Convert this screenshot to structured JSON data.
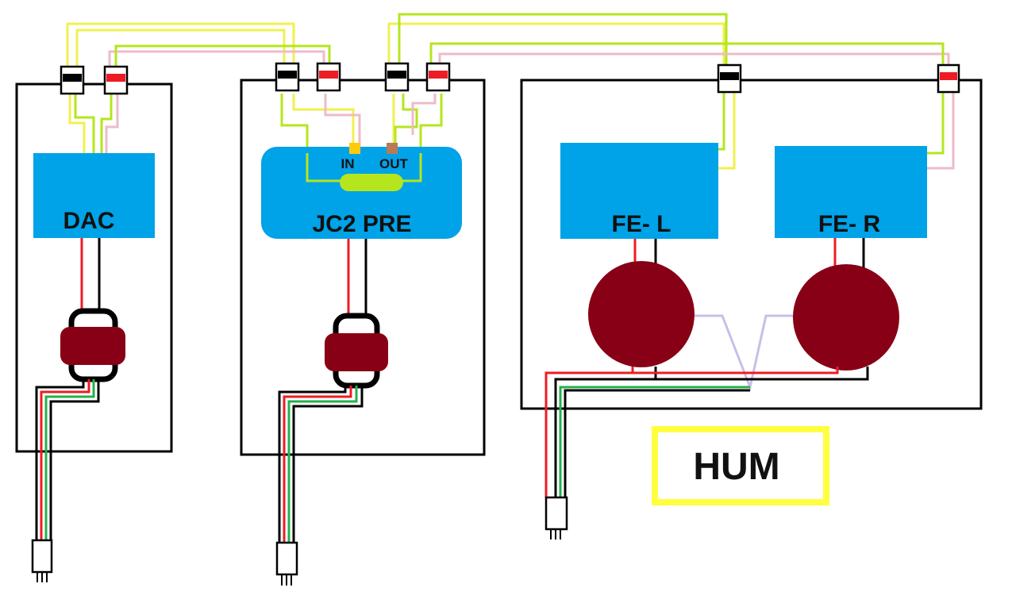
{
  "units": {
    "dac": {
      "label": "DAC"
    },
    "pre": {
      "label": "JC2 PRE",
      "in_label": "IN",
      "out_label": "OUT"
    },
    "fe_left": {
      "label": "FE- L"
    },
    "fe_right": {
      "label": "FE- R"
    }
  },
  "note": {
    "label": "HUM"
  },
  "colors": {
    "chassis": "#000000",
    "module_fill": "#00a2e8",
    "transformer": "#880015",
    "driver": "#880015",
    "wire_yellow": "#f0f050",
    "wire_green": "#b5e61d",
    "wire_pink": "#eebbc8",
    "wire_red": "#ed1c24",
    "wire_ground": "#22b14c",
    "wire_lavender": "#c8bfe7",
    "rca_red": "#ed1c24",
    "rca_black": "#000000",
    "in_jack": "#ffc90e",
    "out_jack": "#b97a57",
    "hum_border": "#ffff40"
  },
  "icons": [
    "rca-jack-icon",
    "transformer-icon",
    "ac-plug-icon",
    "speaker-driver-icon"
  ]
}
